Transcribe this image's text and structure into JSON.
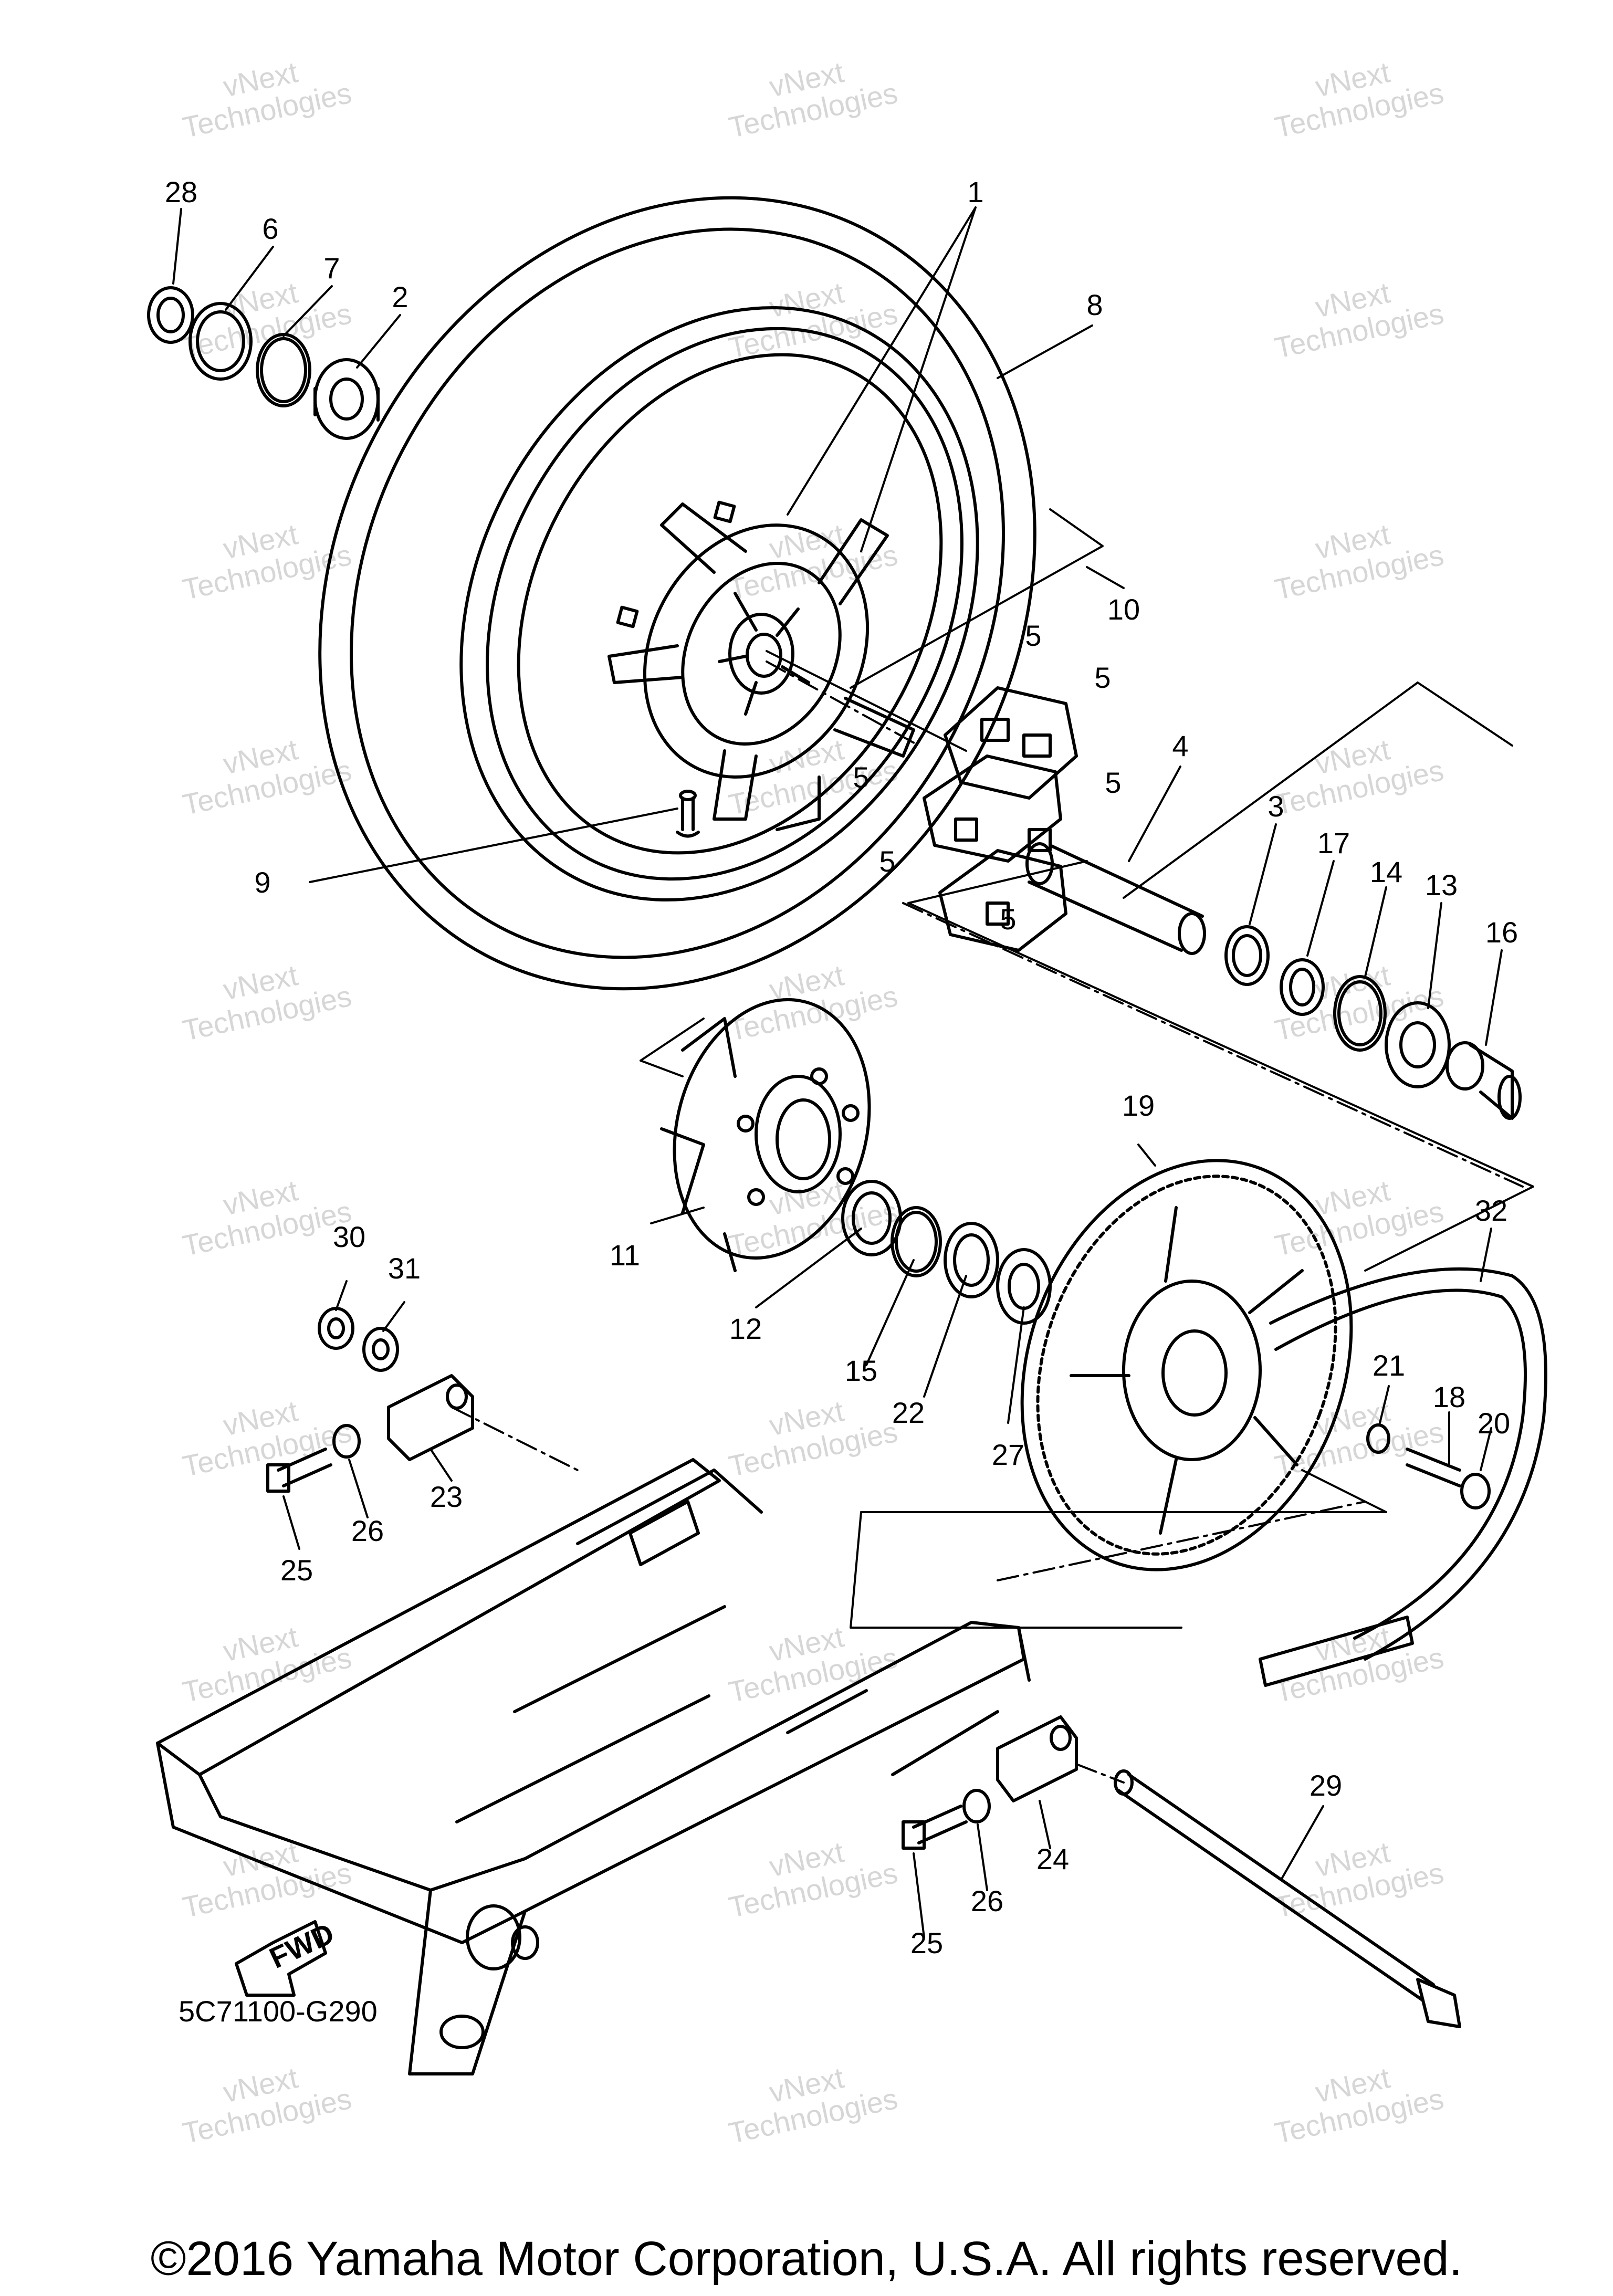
{
  "diagram_code": "5C71100-G290",
  "fwd_label": "FWD",
  "copyright": "©2016 Yamaha Motor Corporation, U.S.A. All rights reserved.",
  "watermark": {
    "line1": "vNext",
    "line2": "Technologies"
  },
  "callouts": [
    {
      "id": "c28",
      "text": "28"
    },
    {
      "id": "c6",
      "text": "6"
    },
    {
      "id": "c7",
      "text": "7"
    },
    {
      "id": "c2",
      "text": "2"
    },
    {
      "id": "c1",
      "text": "1"
    },
    {
      "id": "c8",
      "text": "8"
    },
    {
      "id": "c10",
      "text": "10"
    },
    {
      "id": "c5a",
      "text": "5"
    },
    {
      "id": "c5b",
      "text": "5"
    },
    {
      "id": "c5c",
      "text": "5"
    },
    {
      "id": "c5d",
      "text": "5"
    },
    {
      "id": "c5e",
      "text": "5"
    },
    {
      "id": "c5f",
      "text": "5"
    },
    {
      "id": "c9",
      "text": "9"
    },
    {
      "id": "c4",
      "text": "4"
    },
    {
      "id": "c3",
      "text": "3"
    },
    {
      "id": "c17",
      "text": "17"
    },
    {
      "id": "c14",
      "text": "14"
    },
    {
      "id": "c13",
      "text": "13"
    },
    {
      "id": "c16",
      "text": "16"
    },
    {
      "id": "c19",
      "text": "19"
    },
    {
      "id": "c11",
      "text": "11"
    },
    {
      "id": "c12",
      "text": "12"
    },
    {
      "id": "c15",
      "text": "15"
    },
    {
      "id": "c22",
      "text": "22"
    },
    {
      "id": "c27",
      "text": "27"
    },
    {
      "id": "c32",
      "text": "32"
    },
    {
      "id": "c30",
      "text": "30"
    },
    {
      "id": "c31",
      "text": "31"
    },
    {
      "id": "c23",
      "text": "23"
    },
    {
      "id": "c26a",
      "text": "26"
    },
    {
      "id": "c25a",
      "text": "25"
    },
    {
      "id": "c21",
      "text": "21"
    },
    {
      "id": "c18",
      "text": "18"
    },
    {
      "id": "c20",
      "text": "20"
    },
    {
      "id": "c29",
      "text": "29"
    },
    {
      "id": "c24",
      "text": "24"
    },
    {
      "id": "c26b",
      "text": "26"
    },
    {
      "id": "c25b",
      "text": "25"
    }
  ]
}
